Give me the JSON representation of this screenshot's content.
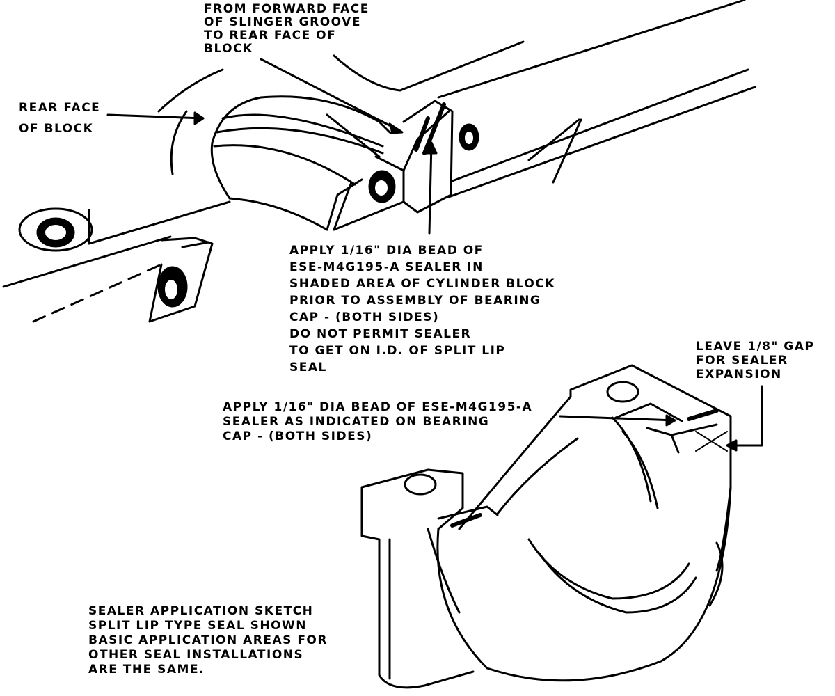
{
  "labels": {
    "forward_face": [
      "FROM FORWARD FACE",
      "OF SLINGER GROOVE",
      "TO REAR FACE OF",
      "BLOCK"
    ],
    "rear_face": [
      "REAR FACE",
      "OF BLOCK"
    ],
    "apply_block": [
      "APPLY 1/16\" DIA BEAD OF",
      "ESE-M4G195-A SEALER IN",
      "SHADED AREA OF CYLINDER BLOCK",
      "PRIOR TO ASSEMBLY OF BEARING",
      "CAP - (BOTH SIDES)",
      "DO NOT PERMIT SEALER",
      "TO GET ON I.D. OF SPLIT LIP",
      "SEAL"
    ],
    "leave_gap": [
      "LEAVE 1/8\" GAP",
      "FOR SEALER",
      "EXPANSION"
    ],
    "apply_cap": [
      "APPLY 1/16\" DIA BEAD OF ESE-M4G195-A",
      "SEALER AS INDICATED ON BEARING",
      "CAP - (BOTH SIDES)"
    ],
    "sketch_note": [
      "SEALER APPLICATION SKETCH",
      "SPLIT LIP TYPE SEAL SHOWN",
      "BASIC APPLICATION AREAS FOR",
      "OTHER SEAL INSTALLATIONS",
      "ARE THE SAME."
    ]
  },
  "colors": {
    "ink": "#000000",
    "paper": "#ffffff"
  }
}
